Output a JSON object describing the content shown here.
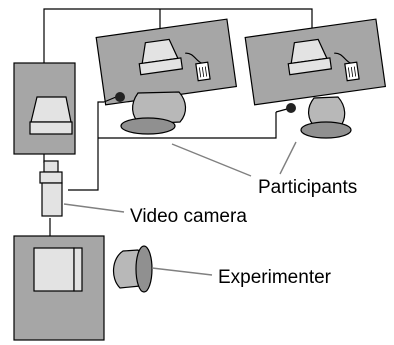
{
  "labels": {
    "participants": "Participants",
    "video_camera": "Video camera",
    "experimenter": "Experimenter"
  },
  "colors": {
    "background": "#ffffff",
    "desk": "#a6a6a6",
    "monitor": "#e3e3e3",
    "person": "#b8b8b8",
    "leader": "#808080",
    "line": "#000000"
  }
}
